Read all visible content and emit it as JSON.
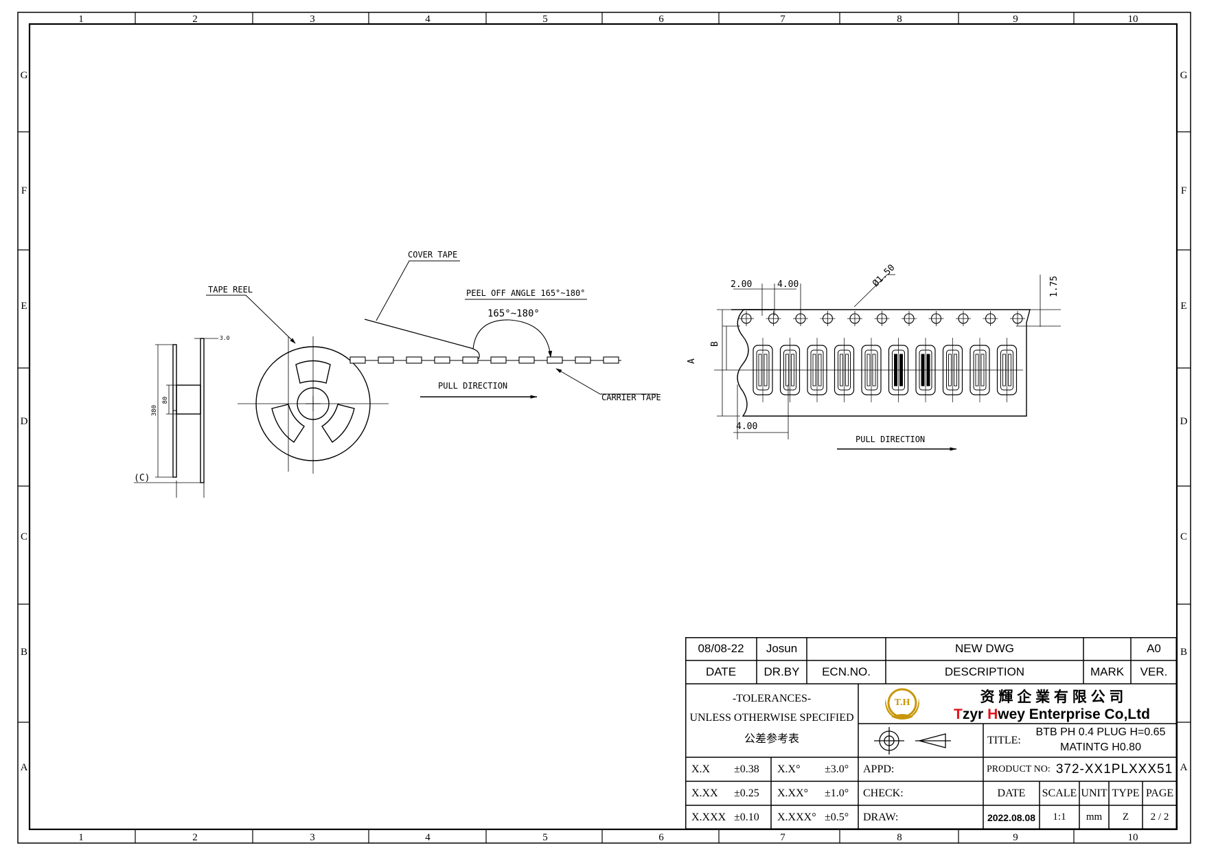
{
  "frame": {
    "columns": [
      "1",
      "2",
      "3",
      "4",
      "5",
      "6",
      "7",
      "8",
      "9",
      "10"
    ],
    "rows": [
      "G",
      "F",
      "E",
      "D",
      "C",
      "B",
      "A"
    ]
  },
  "reel": {
    "tape_reel_label": "TAPE REEL",
    "cover_tape_label": "COVER TAPE",
    "peel_angle_label": "PEEL OFF ANGLE 165°~180°",
    "angle_value": "165°~180°",
    "pull_direction": "PULL DIRECTION",
    "carrier_tape_label": "CARRIER TAPE",
    "dim_thickness": "3.0",
    "dim_outer": "380",
    "dim_hub": "80",
    "dim_c": "(C)"
  },
  "tape": {
    "dim_pitch_edge": "2.00",
    "dim_pitch": "4.00",
    "dim_hole": "Ø1.50",
    "dim_edge": "1.75",
    "dim_a": "A",
    "dim_b": "B",
    "dim_part_pitch": "4.00",
    "pull_direction": "PULL DIRECTION"
  },
  "title_block": {
    "rev": {
      "date_value": "08/08-22",
      "drawn_by_value": "Josun",
      "ecn_value": "",
      "description_value": "NEW DWG",
      "mark_value": "",
      "version_value": "A0",
      "date_header": "DATE",
      "drawn_by_header": "DR.BY",
      "ecn_header": "ECN.NO.",
      "description_header": "DESCRIPTION",
      "mark_header": "MARK",
      "version_header": "VER."
    },
    "tolerances": {
      "line1": "-TOLERANCES-",
      "line2": "UNLESS OTHERWISE SPECIFIED",
      "line3": "公差参考表",
      "rows": [
        {
          "k1": "X.X",
          "v1": "±0.38",
          "k2": "X.X°",
          "v2": "±3.0°"
        },
        {
          "k1": "X.XX",
          "v1": "±0.25",
          "k2": "X.XX°",
          "v2": "±1.0°"
        },
        {
          "k1": "X.XXX",
          "v1": "±0.10",
          "k2": "X.XXX°",
          "v2": "±0.5°"
        }
      ]
    },
    "company": {
      "logo_text": "T.H",
      "name_cn": "资 輝 企 業 有 限 公 司",
      "name_en_1": "T",
      "name_en_2": "zyr ",
      "name_en_3": "H",
      "name_en_4": "wey Enterprise Co,Ltd"
    },
    "title_label": "TITLE:",
    "title_line1": "BTB PH 0.4  PLUG  H=0.65",
    "title_line2": "MATINTG H0.80",
    "appd_label": "APPD:",
    "check_label": "CHECK:",
    "draw_label": "DRAW:",
    "product_no_label": "PRODUCT NO:",
    "product_no_value": "372-XX1PLXXX51",
    "date_label": "DATE",
    "scale_label": "SCALE",
    "unit_label": "UNIT",
    "type_label": "TYPE",
    "page_label": "PAGE",
    "date_value": "2022.08.08",
    "scale_value": "1:1",
    "unit_value": "mm",
    "type_value": "Z",
    "page_value": "2 / 2"
  },
  "colors": {
    "line": "#000000",
    "logo_gold": "#c8960a",
    "brand_red": "#e0121b"
  }
}
